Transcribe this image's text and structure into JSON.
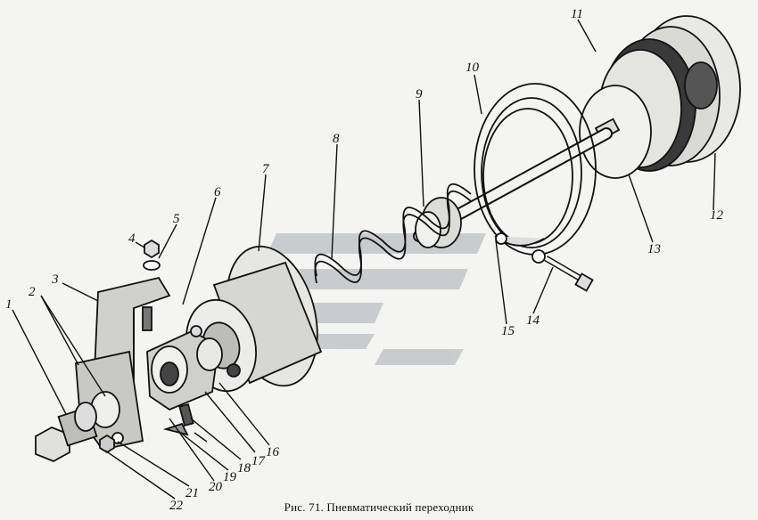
{
  "caption": "Рис. 71. Пневматический переходник",
  "callouts": [
    "1",
    "2",
    "3",
    "4",
    "5",
    "6",
    "7",
    "8",
    "9",
    "10",
    "11",
    "12",
    "13",
    "14",
    "15",
    "16",
    "17",
    "18",
    "19",
    "20",
    "21",
    "22"
  ],
  "colors": {
    "ink": "#111111",
    "paper": "#f4f4f2",
    "watermark": "#b8bcc0"
  }
}
